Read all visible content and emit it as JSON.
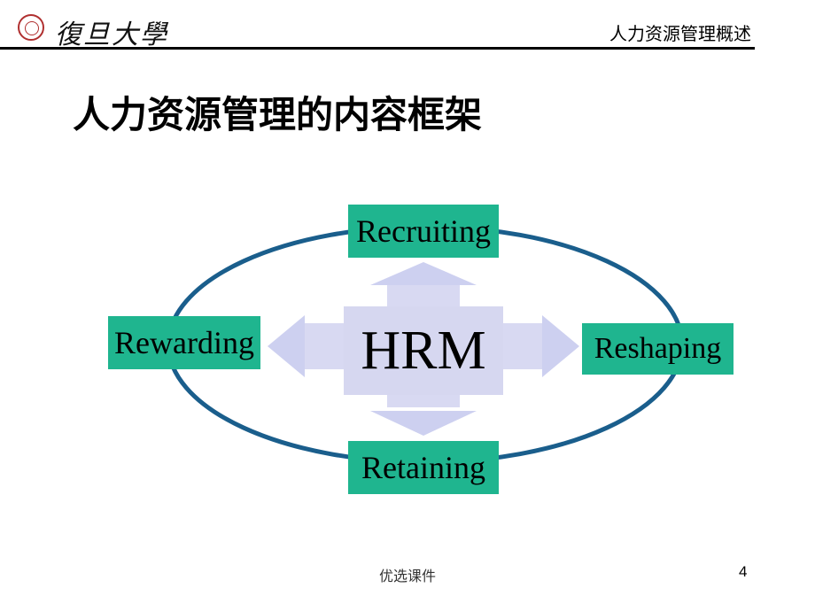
{
  "header": {
    "logo_text": "復旦大學",
    "title": "人力资源管理概述"
  },
  "page_title": "人力资源管理的内容框架",
  "diagram": {
    "center": "HRM",
    "nodes": {
      "top": "Recruiting",
      "left": "Rewarding",
      "right": "Reshaping",
      "bottom": "Retaining"
    },
    "colors": {
      "box_fill": "#1fb58f",
      "ellipse_stroke": "#1a5e8c",
      "cross_fill": "#d8d9f2",
      "arrow_fill": "#cdd0f0"
    }
  },
  "footer": {
    "center_text": "优选课件",
    "page_number": "4"
  }
}
